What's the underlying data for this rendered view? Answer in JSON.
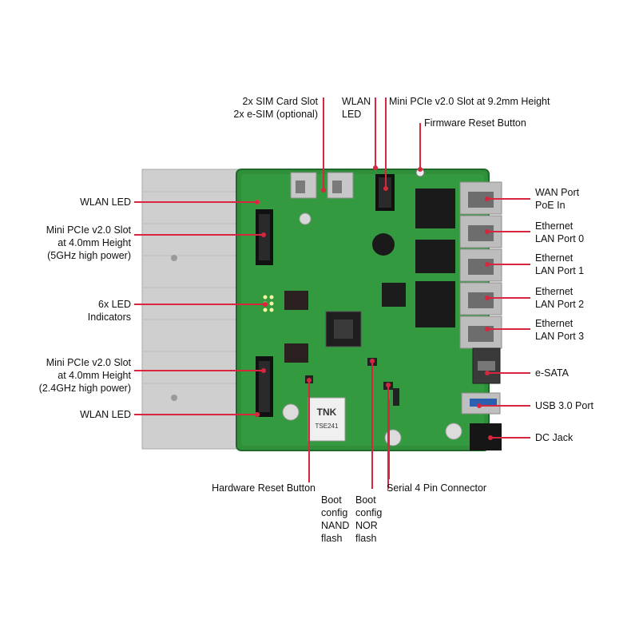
{
  "colors": {
    "leader": "#d7263d",
    "board": "#2f8f3a",
    "board_dark": "#1f6a2a",
    "heatsink": "#c9c9c9",
    "port": "#b8b8b8"
  },
  "labels": {
    "sim_slot": "2x SIM Card Slot\n2x e-SIM (optional)",
    "wlan_led_top_center": "WLAN\nLED",
    "mini_pcie_92": "Mini PCIe v2.0 Slot at 9.2mm Height",
    "firmware_reset": "Firmware Reset Button",
    "wlan_led_left_top": "WLAN LED",
    "mini_pcie_5ghz": "Mini PCIe v2.0 Slot\nat 4.0mm Height\n(5GHz high power)",
    "led_indicators": "6x LED\nIndicators",
    "mini_pcie_24ghz": "Mini PCIe v2.0 Slot\nat 4.0mm Height\n(2.4GHz high power)",
    "wlan_led_left_bottom": "WLAN LED",
    "wan_port": "WAN Port\nPoE In",
    "lan0": "Ethernet\nLAN Port 0",
    "lan1": "Ethernet\nLAN Port 1",
    "lan2": "Ethernet\nLAN Port 2",
    "lan3": "Ethernet\nLAN Port 3",
    "esata": "e-SATA",
    "usb3": "USB 3.0 Port",
    "dc_jack": "DC Jack",
    "hw_reset": "Hardware Reset Button",
    "boot_nand": "Boot\nconfig\nNAND\nflash",
    "boot_nor": "Boot\nconfig\nNOR\nflash",
    "serial": "Serial 4 Pin Connector"
  },
  "board_marks": {
    "transformer_brand": "TNK",
    "transformer_model": "TSE241"
  }
}
